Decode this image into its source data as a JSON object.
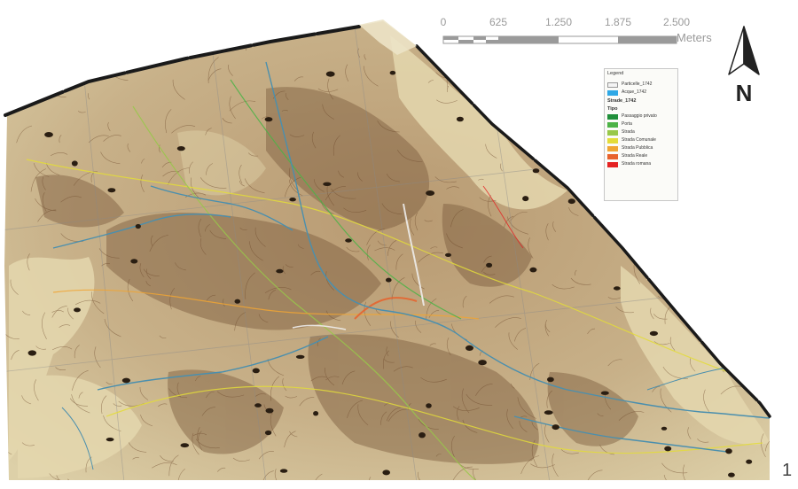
{
  "scalebar": {
    "ticks": [
      "0",
      "625",
      "1.250",
      "1.875",
      "2.500"
    ],
    "unit": "Meters"
  },
  "north_arrow": {
    "letter": "N",
    "icon": "north-arrow-icon"
  },
  "legend": {
    "title": "Legend",
    "layers": [
      {
        "label": "Particelle_1742",
        "color": "#f4f4f4"
      },
      {
        "label": "Acque_1742",
        "color": "#2fa8e6"
      }
    ],
    "group_title": "Strade_1742",
    "field": "Tipo",
    "types": [
      {
        "label": "Passaggio privato",
        "color": "#1f8f3a"
      },
      {
        "label": "Porta",
        "color": "#4db347"
      },
      {
        "label": "Strada",
        "color": "#98c84a"
      },
      {
        "label": "Strada Comunale",
        "color": "#e3dc3a"
      },
      {
        "label": "Strada Pubblica",
        "color": "#f0a534"
      },
      {
        "label": "Strada Reale",
        "color": "#e8622c"
      },
      {
        "label": "Strada romana",
        "color": "#e52222"
      }
    ]
  },
  "colors": {
    "parchment": "#cbb48b",
    "rivers": "#4a8fae",
    "boundary": "#1a1a1a"
  },
  "page_number": "1"
}
